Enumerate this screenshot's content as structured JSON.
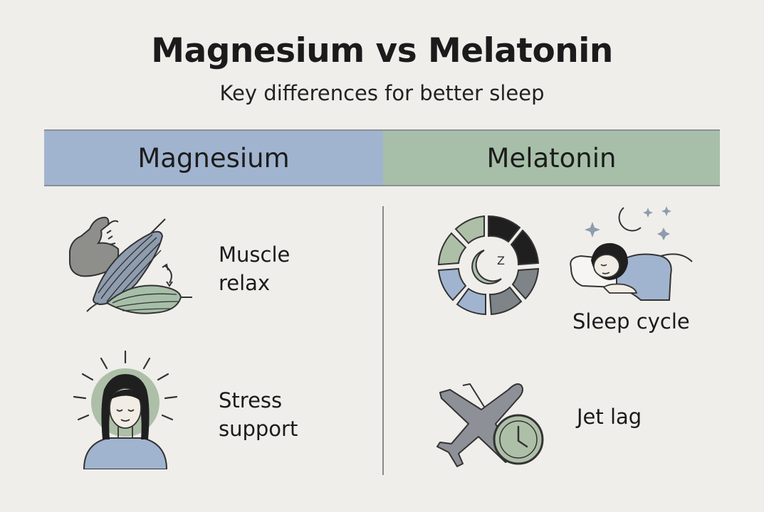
{
  "title": "Magnesium vs Melatonin",
  "subtitle": "Key differences for better sleep",
  "columns": {
    "magnesium": {
      "header": "Magnesium",
      "color": "#a1b4cf",
      "items": [
        {
          "label_line1": "Muscle",
          "label_line2": "relax",
          "icon": "muscle-icon"
        },
        {
          "label_line1": "Stress",
          "label_line2": "support",
          "icon": "calm-person-icon"
        }
      ]
    },
    "melatonin": {
      "header": "Melatonin",
      "color": "#a7bfa9",
      "items": [
        {
          "label": "Sleep cycle",
          "icon": "sleep-cycle-icon"
        },
        {
          "label": "Jet lag",
          "icon": "airplane-clock-icon"
        }
      ]
    }
  }
}
